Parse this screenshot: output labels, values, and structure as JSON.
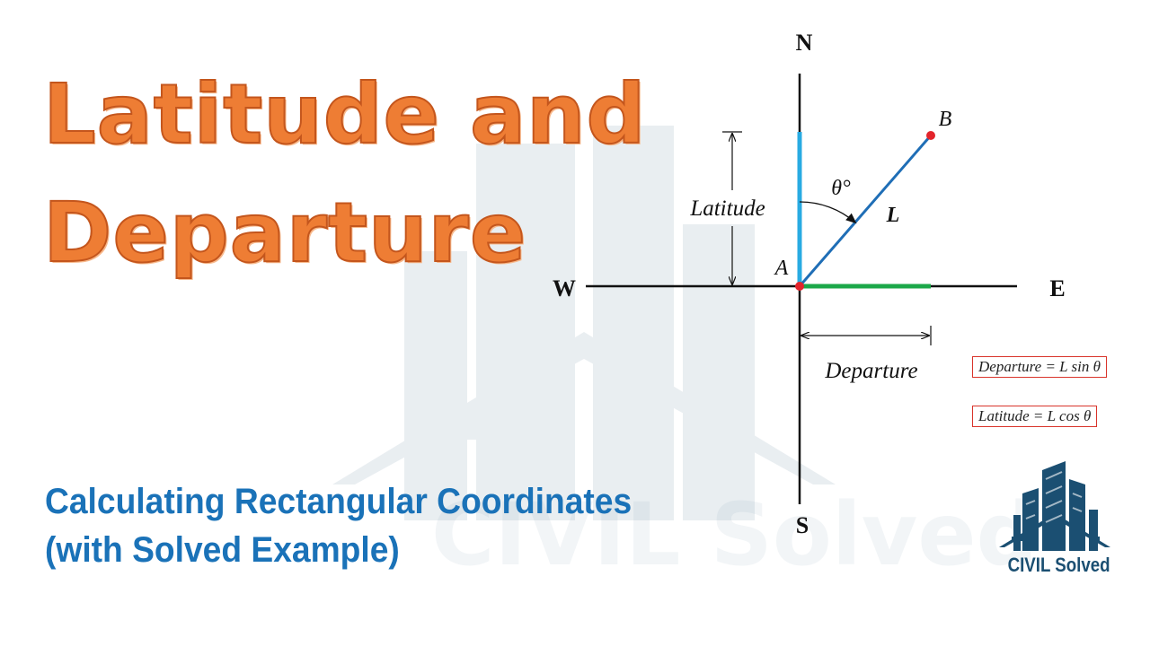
{
  "title": {
    "line1": "Latitude and",
    "line2": "Departure"
  },
  "subtitle": {
    "line1": "Calculating Rectangular Coordinates",
    "line2": "(with Solved Example)"
  },
  "diagram": {
    "north": "N",
    "south": "S",
    "east": "E",
    "west": "W",
    "point_a": "A",
    "point_b": "B",
    "angle": "θ°",
    "length": "L",
    "latitude_label": "Latitude",
    "departure_label": "Departure"
  },
  "formulas": {
    "departure": "Departure = L sin θ",
    "latitude": "Latitude = L cos θ"
  },
  "logo": {
    "text": "CIVIL Solved",
    "watermark": "CIVIL Solved"
  },
  "colors": {
    "title": "#ee7d34",
    "subtitle": "#1a72b8",
    "latitude_segment": "#29abe2",
    "departure_segment": "#1ca84a",
    "line_ab": "#1f6eb6",
    "points": "#e3242b",
    "formula_border": "#d9342b",
    "logo": "#1b4f72"
  }
}
